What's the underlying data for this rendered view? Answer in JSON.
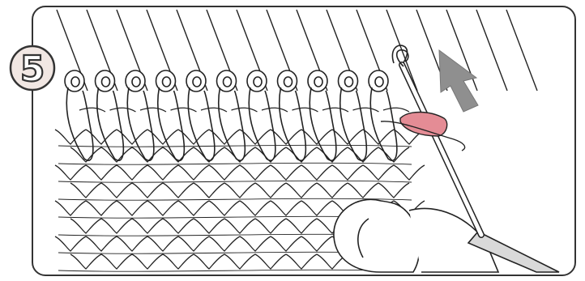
{
  "step": {
    "number": "5"
  },
  "colors": {
    "frame_stroke": "#333333",
    "badge_fill": "#f1e7e3",
    "badge_stroke": "#333333",
    "line": "#222222",
    "arrow": "#8f8f8f",
    "yarn_highlight": "#e48c95",
    "needle_fill": "#ffffff",
    "handle_fill": "#d9d9d9",
    "finger_fill": "#ffffff"
  },
  "icons": {
    "direction": "arrow-up-right-icon",
    "tool": "crochet-hook-icon"
  },
  "illustration": {
    "needle_count": 11,
    "stitch_rows": 8,
    "stitch_columns": 11
  }
}
